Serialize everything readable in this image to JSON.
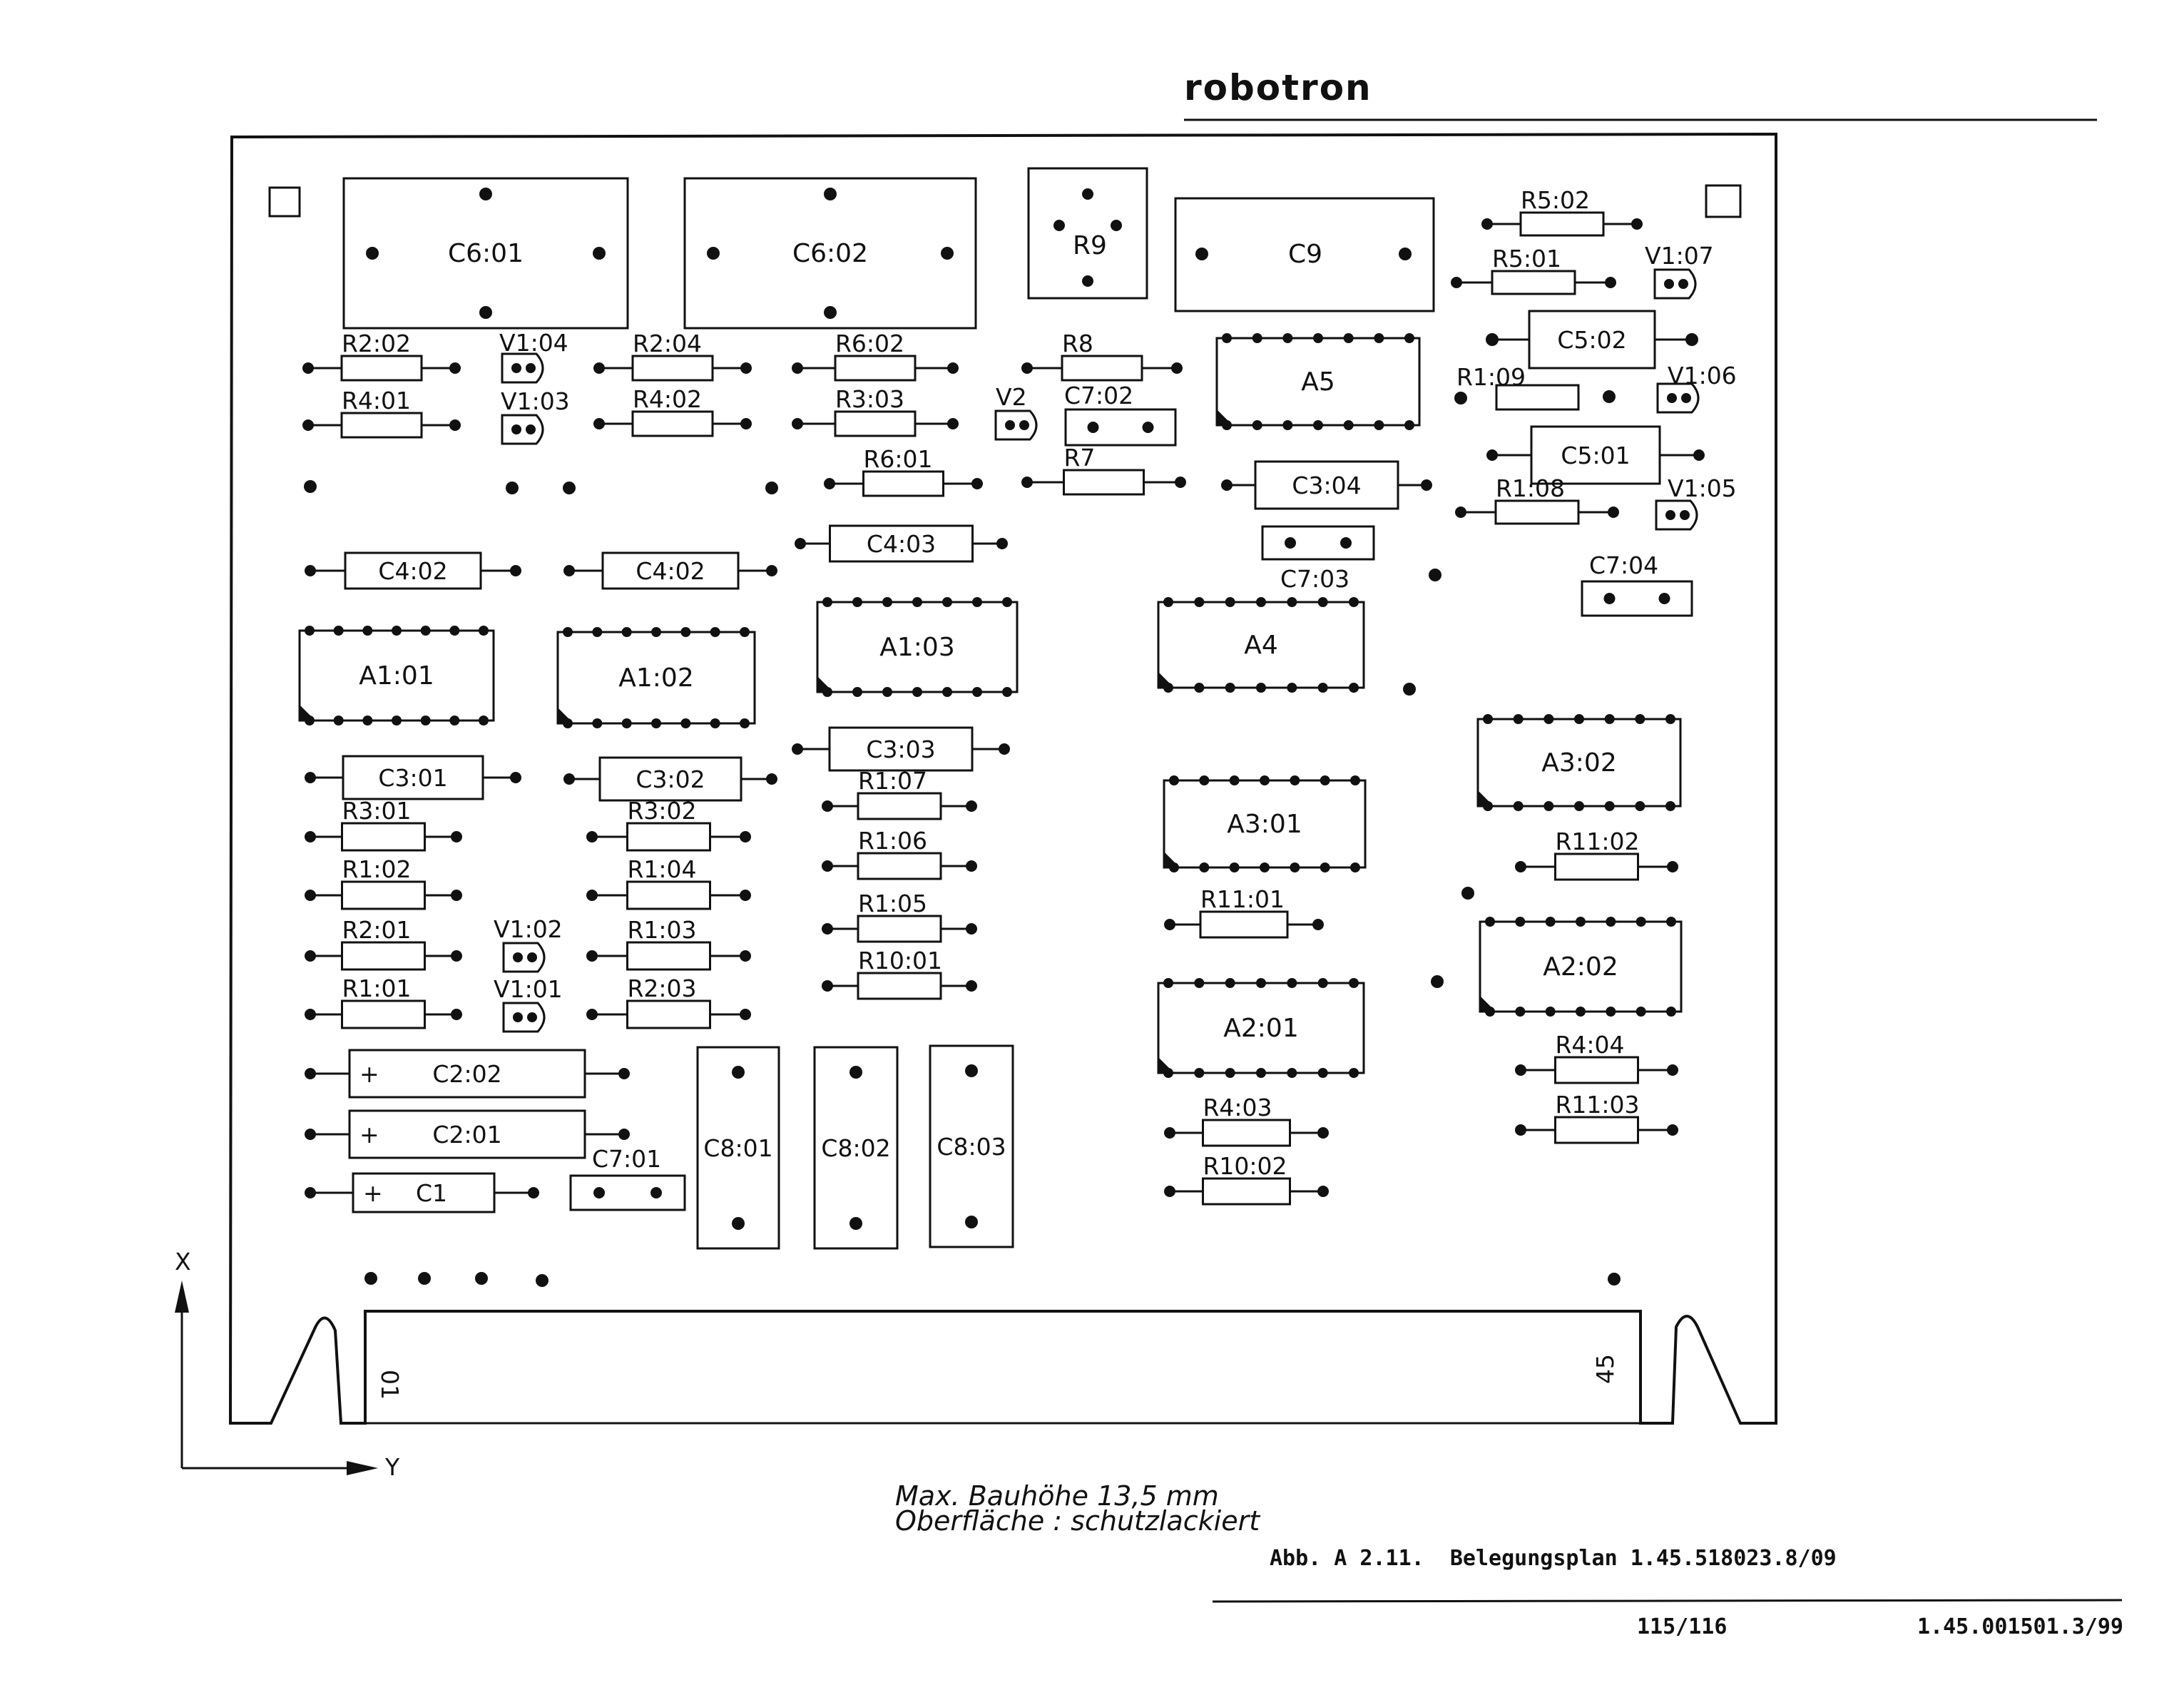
{
  "header": {
    "brand": "robotron"
  },
  "board": {
    "components": [
      {
        "id": "C6:01"
      },
      {
        "id": "C6:02"
      },
      {
        "id": "R9"
      },
      {
        "id": "C9"
      },
      {
        "id": "R5:02"
      },
      {
        "id": "R5:01"
      },
      {
        "id": "V1:07"
      },
      {
        "id": "C5:02"
      },
      {
        "id": "R1:09"
      },
      {
        "id": "V1:06"
      },
      {
        "id": "C5:01"
      },
      {
        "id": "V1:05"
      },
      {
        "id": "R1:08"
      },
      {
        "id": "C7:04"
      },
      {
        "id": "R2:02"
      },
      {
        "id": "V1:04"
      },
      {
        "id": "R4:01"
      },
      {
        "id": "V1:03"
      },
      {
        "id": "R2:04"
      },
      {
        "id": "R4:02"
      },
      {
        "id": "R6:02"
      },
      {
        "id": "R3:03"
      },
      {
        "id": "R6:01"
      },
      {
        "id": "V2"
      },
      {
        "id": "R8"
      },
      {
        "id": "C7:02"
      },
      {
        "id": "R7"
      },
      {
        "id": "A5"
      },
      {
        "id": "C3:04"
      },
      {
        "id": "C7:03"
      },
      {
        "id": "C4:02"
      },
      {
        "id": "C4:03"
      },
      {
        "id": "A1:01"
      },
      {
        "id": "A1:02"
      },
      {
        "id": "A1:03"
      },
      {
        "id": "A4"
      },
      {
        "id": "C3:01"
      },
      {
        "id": "C3:02"
      },
      {
        "id": "C3:03"
      },
      {
        "id": "R3:01"
      },
      {
        "id": "R3:02"
      },
      {
        "id": "R1:07"
      },
      {
        "id": "R1:06"
      },
      {
        "id": "R1:05"
      },
      {
        "id": "R10:01"
      },
      {
        "id": "R1:02"
      },
      {
        "id": "R1:04"
      },
      {
        "id": "R2:01"
      },
      {
        "id": "R1:03"
      },
      {
        "id": "V1:02"
      },
      {
        "id": "R1:01"
      },
      {
        "id": "R2:03"
      },
      {
        "id": "V1:01"
      },
      {
        "id": "A3:01"
      },
      {
        "id": "R11:01"
      },
      {
        "id": "A2:01"
      },
      {
        "id": "R4:03"
      },
      {
        "id": "R10:02"
      },
      {
        "id": "A3:02"
      },
      {
        "id": "R11:02"
      },
      {
        "id": "A2:02"
      },
      {
        "id": "R4:04"
      },
      {
        "id": "R11:03"
      },
      {
        "id": "C2:02"
      },
      {
        "id": "C2:01"
      },
      {
        "id": "C1"
      },
      {
        "id": "C7:01"
      },
      {
        "id": "C8:01"
      },
      {
        "id": "C8:02"
      },
      {
        "id": "C8:03"
      }
    ],
    "polarity_mark": "+",
    "connector": {
      "pin_first": "01",
      "pin_last": "45"
    },
    "axes": {
      "x": "X",
      "y": "Y"
    }
  },
  "notes": {
    "line1": "Max. Bauhöhe 13,5 mm",
    "line2": "Oberfläche : schutzlackiert"
  },
  "caption": "Abb. A 2.11.  Belegungsplan 1.45.518023.8/09",
  "footer": {
    "pages": "115/116",
    "doc_number": "1.45.001501.3/99"
  }
}
